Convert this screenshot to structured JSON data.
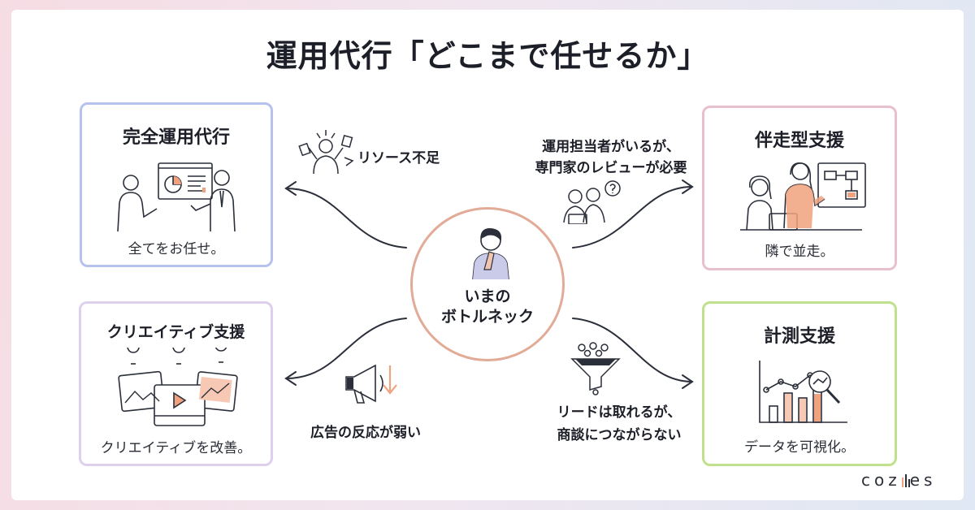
{
  "title": "運用代行「どこまで任せるか」",
  "center": {
    "line1": "いまの",
    "line2": "ボトルネック"
  },
  "cards": {
    "full": {
      "title": "完全運用代行",
      "caption": "全てをお任せ。"
    },
    "creative": {
      "title": "クリエイティブ支援",
      "caption": "クリエイティブを改善。"
    },
    "pace": {
      "title": "伴走型支援",
      "caption": "隣で並走。"
    },
    "measure": {
      "title": "計測支援",
      "caption": "データを可視化。"
    }
  },
  "labels": {
    "resource": "リソース不足",
    "review_line1": "運用担当者がいるが、",
    "review_line2": "専門家のレビューが必要",
    "ad_response": "広告の反応が弱い",
    "lead_line1": "リードは取れるが、",
    "lead_line2": "商談につながらない"
  },
  "logo": {
    "left": "coz",
    "right": "es"
  },
  "colors": {
    "card_full_border": "#b6c1ee",
    "card_creative_border": "#ddd0ec",
    "card_pace_border": "#e8bfcc",
    "card_measure_border": "#bfe08c",
    "center_border": "#e2ab98",
    "accent_orange": "#f0a27e"
  }
}
